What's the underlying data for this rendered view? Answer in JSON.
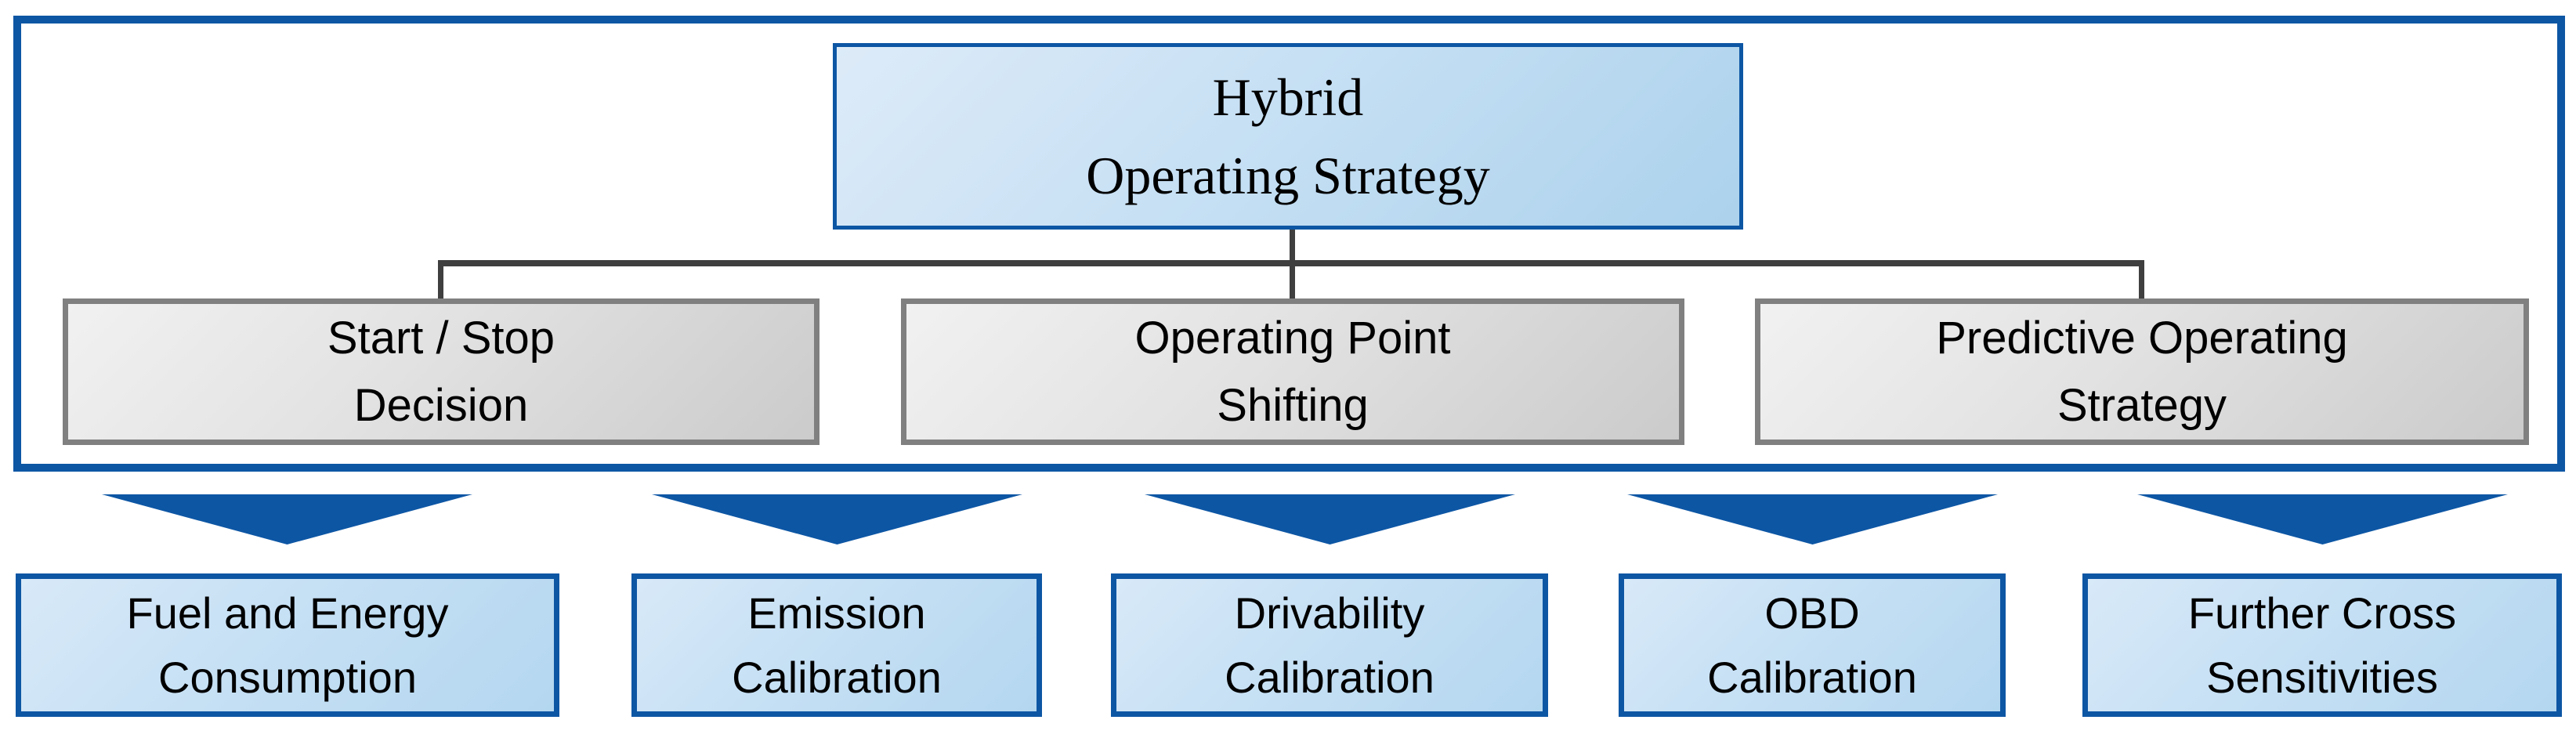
{
  "diagram": {
    "title_node": {
      "label": "Hybrid\nOperating Strategy"
    },
    "level2_nodes": [
      {
        "label": "Start / Stop\nDecision"
      },
      {
        "label": "Operating Point\nShifting"
      },
      {
        "label": "Predictive Operating\nStrategy"
      }
    ],
    "output_nodes": [
      {
        "label": "Fuel and Energy\nConsumption"
      },
      {
        "label": "Emission\nCalibration"
      },
      {
        "label": "Drivability\nCalibration"
      },
      {
        "label": "OBD\nCalibration"
      },
      {
        "label": "Further Cross\nSensitivities"
      }
    ],
    "icons": {
      "down_arrow": "down-arrow-icon",
      "down_arrow_count": 5
    },
    "colors": {
      "accent_blue": "#0D56A4",
      "connector_gray": "#3F3F3F",
      "gray_box_border": "#808080",
      "blue_box_fill_light": "#D8E9F8",
      "blue_box_fill_dark": "#ACD2EC",
      "gray_box_fill_light": "#F1F1F1",
      "gray_box_fill_dark": "#CBCBCB",
      "text": "#000000"
    }
  }
}
